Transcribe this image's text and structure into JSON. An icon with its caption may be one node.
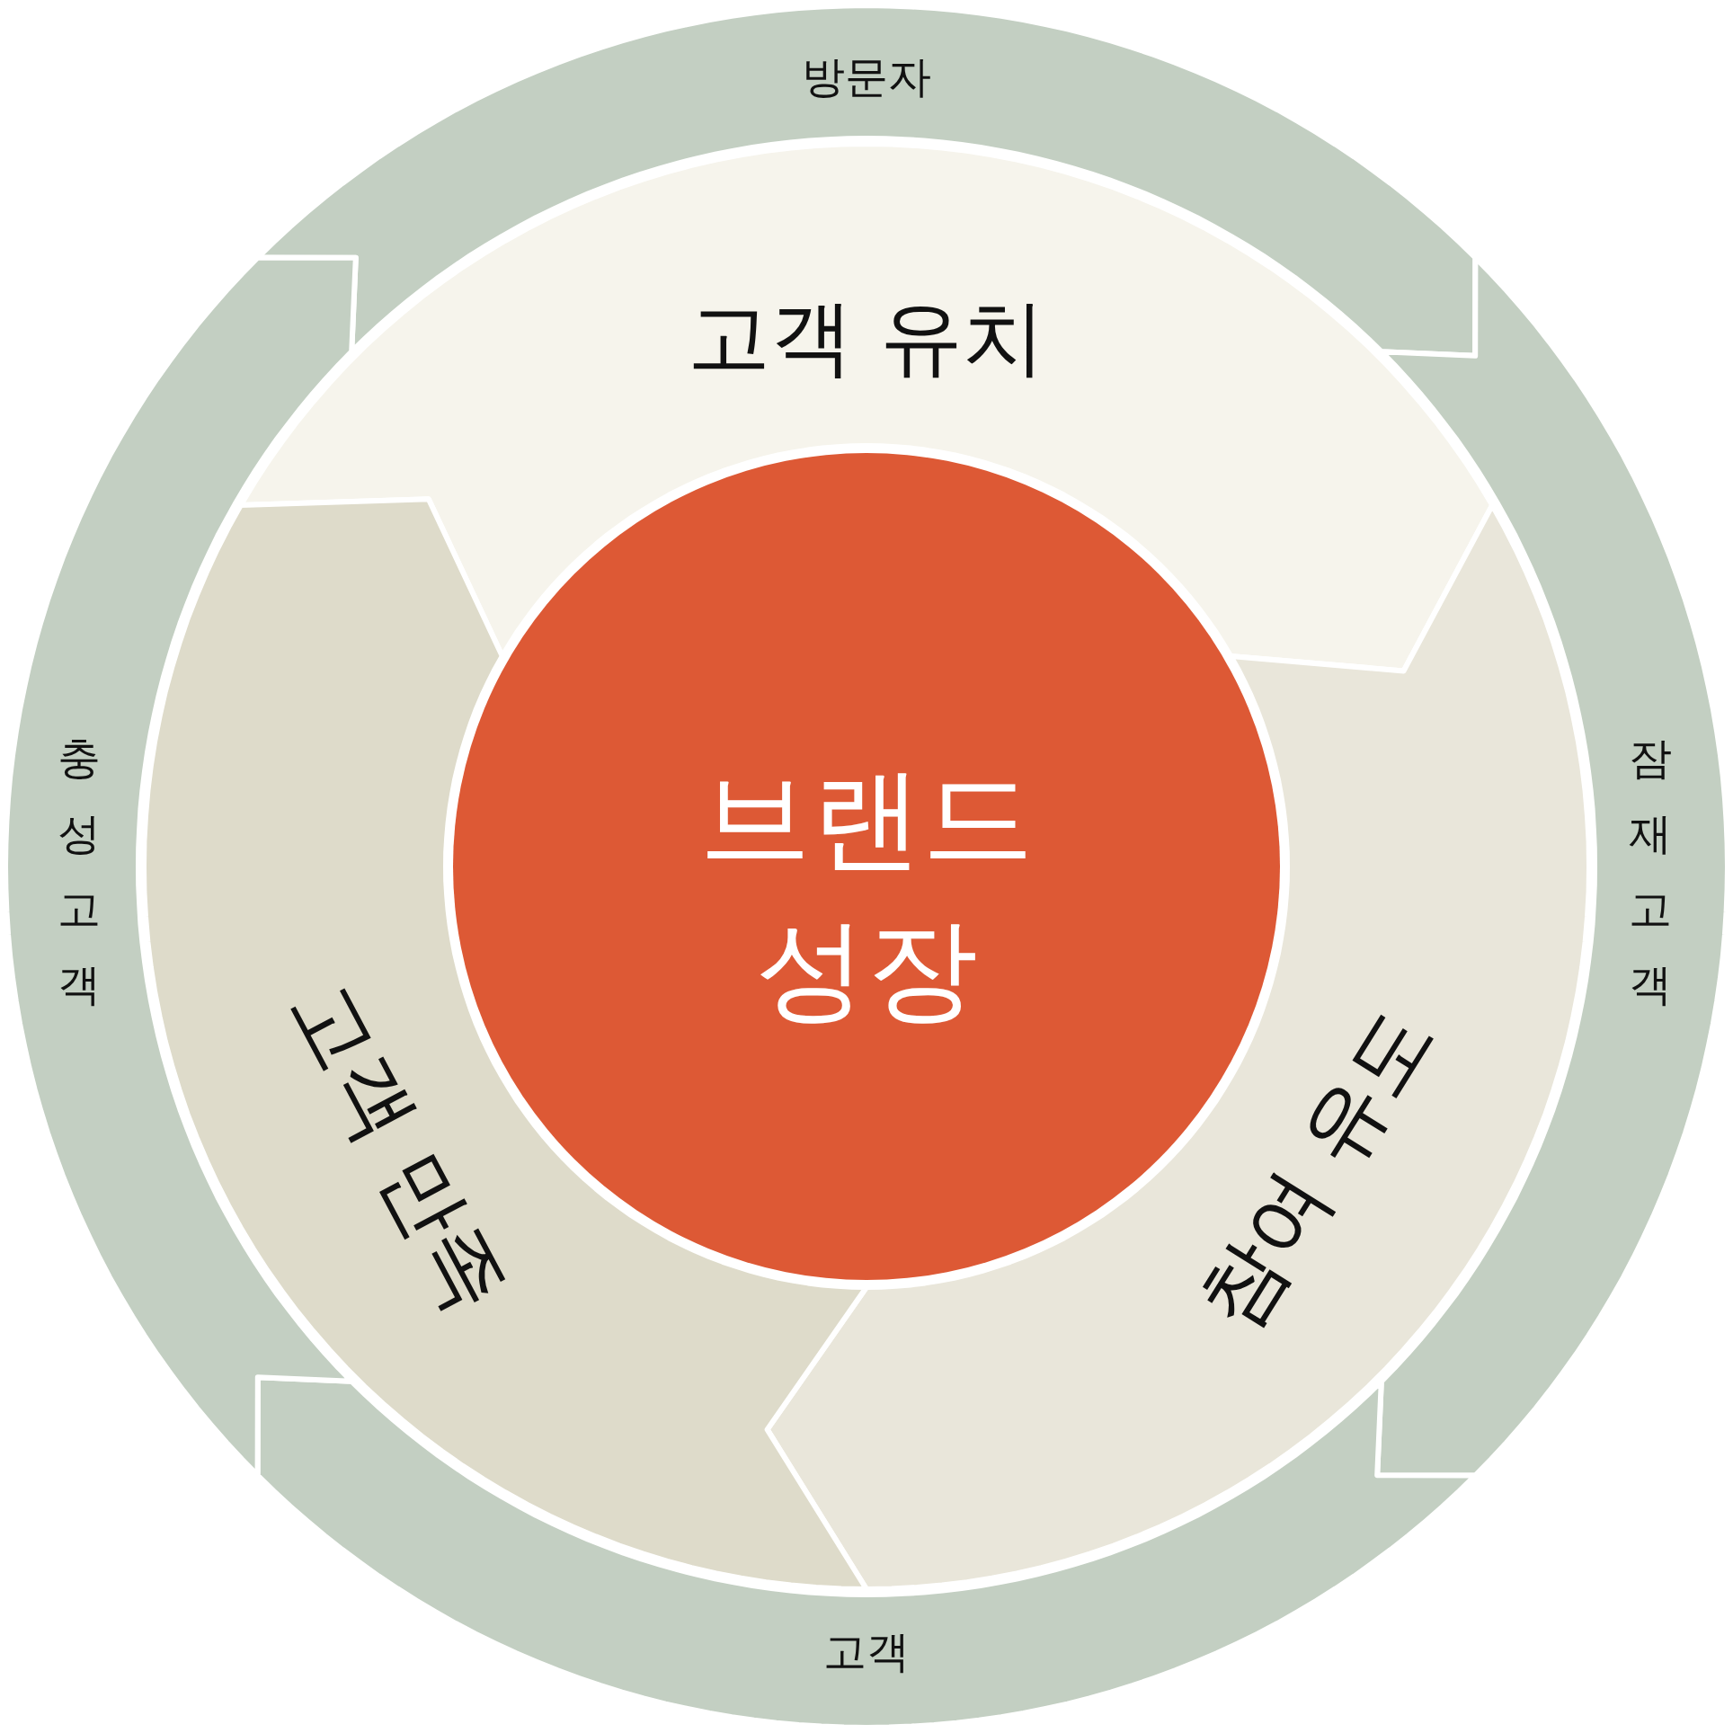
{
  "diagram": {
    "nodes": [
      {
        "text": [
          "방문자"
        ]
      },
      {
        "text": [
          "잠재 고객"
        ]
      },
      {
        "text": [
          "고객"
        ]
      },
      {
        "text": [
          "충성 고객"
        ]
      },
      {
        "text": [
          "고객 유치"
        ]
      },
      {
        "text": [
          "참여 유도"
        ]
      },
      {
        "text": [
          "고객 만족"
        ]
      },
      {
        "text": [
          "브랜드 성장"
        ]
      }
    ]
  }
}
